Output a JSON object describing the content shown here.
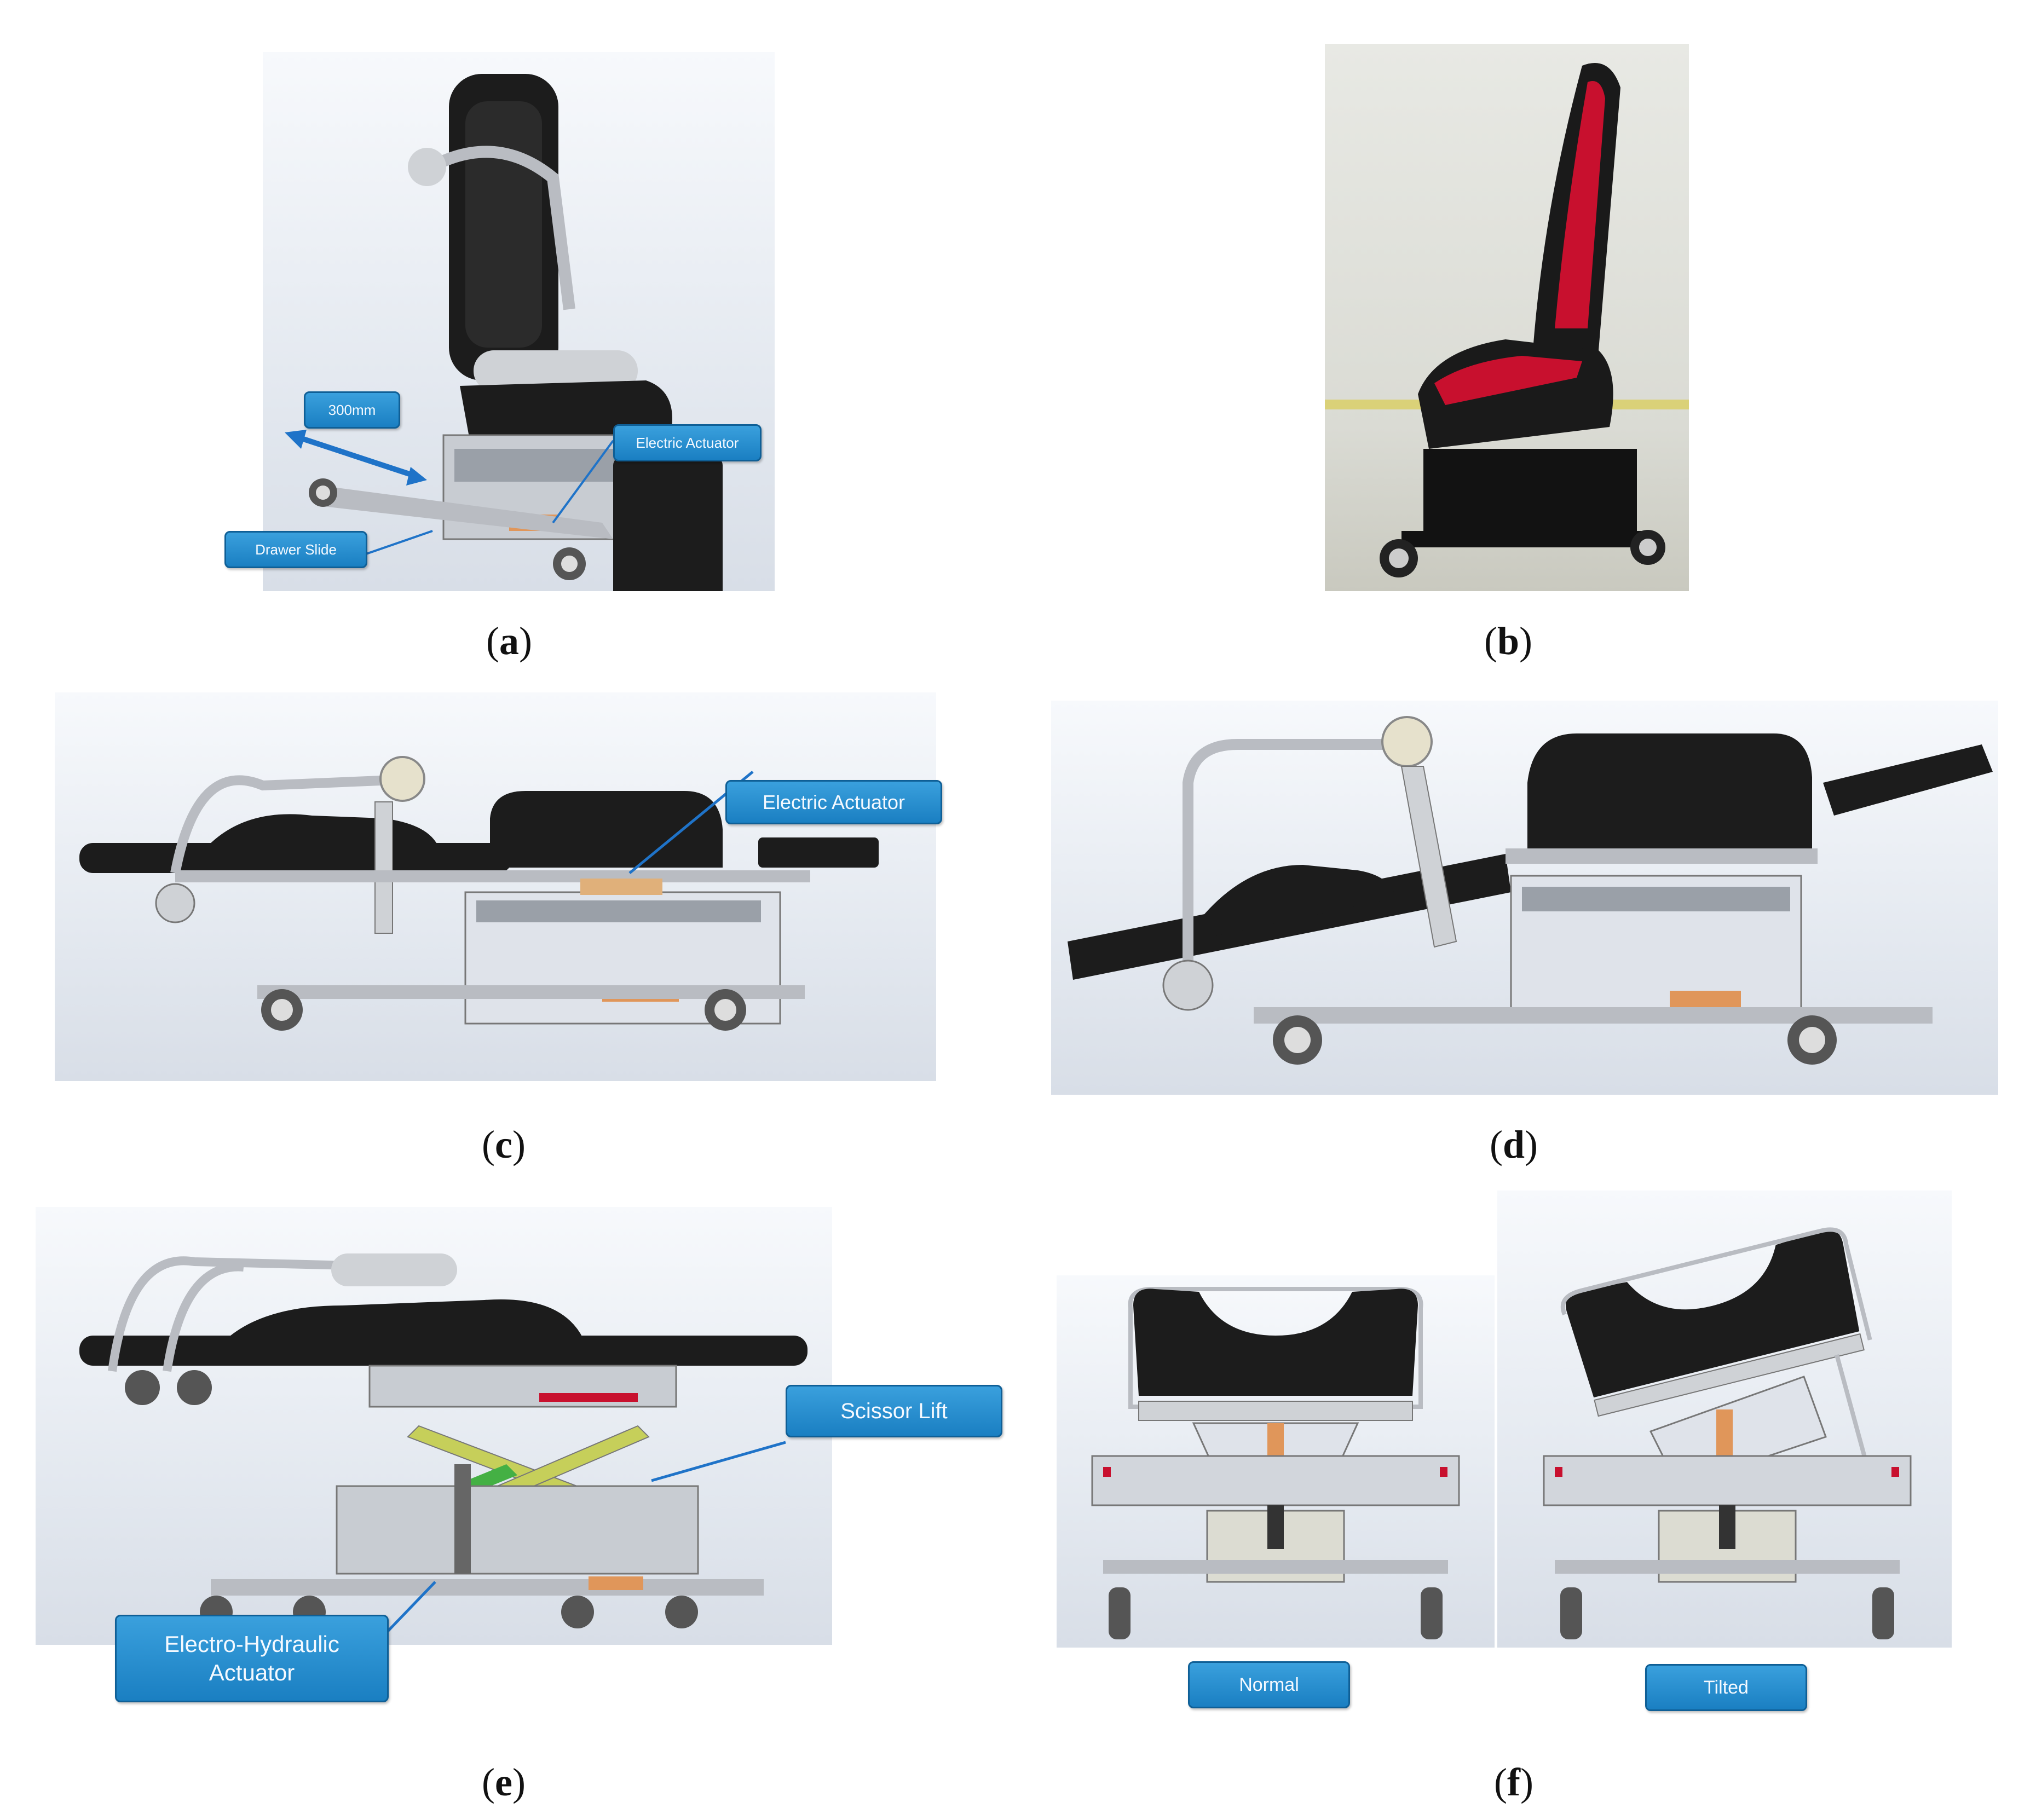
{
  "panels": {
    "a": {
      "caption": "a",
      "labels": {
        "dimension": "300mm",
        "actuator": "Electric Actuator",
        "slide": "Drawer Slide"
      }
    },
    "b": {
      "caption": "b"
    },
    "c": {
      "caption": "c",
      "labels": {
        "actuator": "Electric Actuator"
      }
    },
    "d": {
      "caption": "d"
    },
    "e": {
      "caption": "e",
      "labels": {
        "scissor": "Scissor Lift",
        "hydraulic": "Electro-Hydraulic Actuator"
      }
    },
    "f": {
      "caption": "f",
      "labels": {
        "normal": "Normal",
        "tilted": "Tilted"
      }
    }
  },
  "colors": {
    "callout": "#1a7fc2",
    "arrow": "#1f73c8",
    "seat": "#1c1c1c",
    "frame": "#b9bcc2",
    "accent_red": "#c8102e",
    "scissor": "#c6cf5a",
    "actuator_orange": "#e0965a"
  }
}
